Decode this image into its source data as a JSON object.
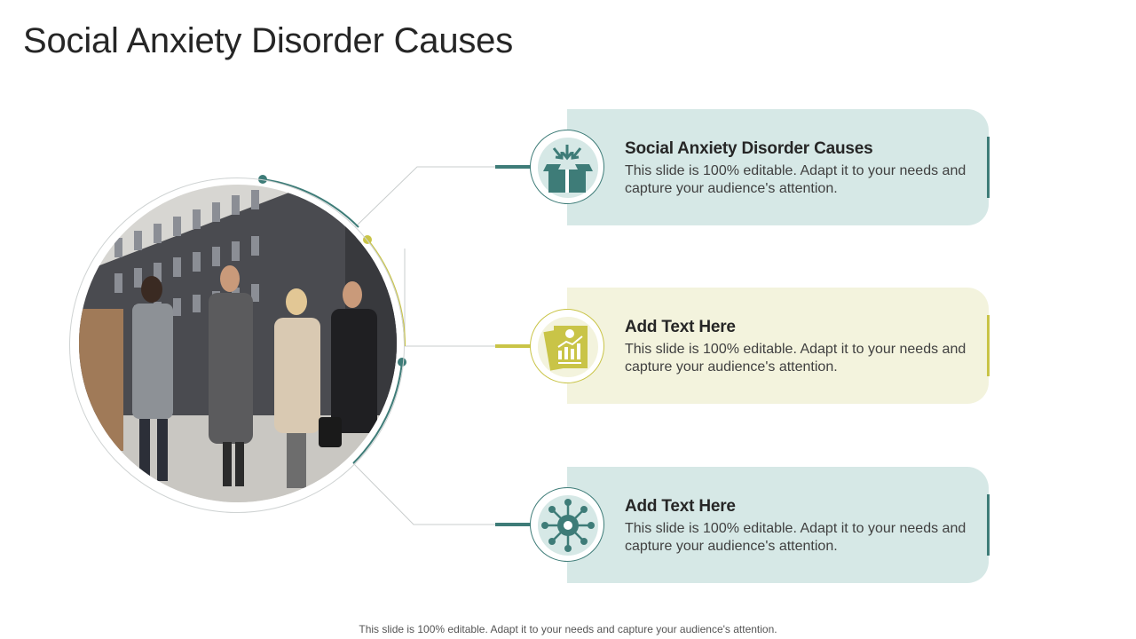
{
  "slide": {
    "title": "Social Anxiety Disorder Causes",
    "footer": "This slide is 100% editable. Adapt it to your needs and capture your audience's attention."
  },
  "colors": {
    "teal": "#3e7c78",
    "teal_light": "#d6e8e6",
    "olive": "#c9c447",
    "olive_light": "#f3f3dd"
  },
  "items": [
    {
      "heading": "Social Anxiety Disorder Causes",
      "description": "This slide is 100% editable. Adapt it to your needs and capture your audience's attention.",
      "icon": "box-arrows-in-icon",
      "theme": "teal"
    },
    {
      "heading": "Add Text Here",
      "description": "This slide is 100% editable. Adapt it to your needs and capture your audience's attention.",
      "icon": "financial-report-icon",
      "theme": "olive"
    },
    {
      "heading": "Add Text Here",
      "description": "This slide is 100% editable. Adapt it to your needs and capture your audience's attention.",
      "icon": "gear-network-icon",
      "theme": "teal"
    }
  ]
}
